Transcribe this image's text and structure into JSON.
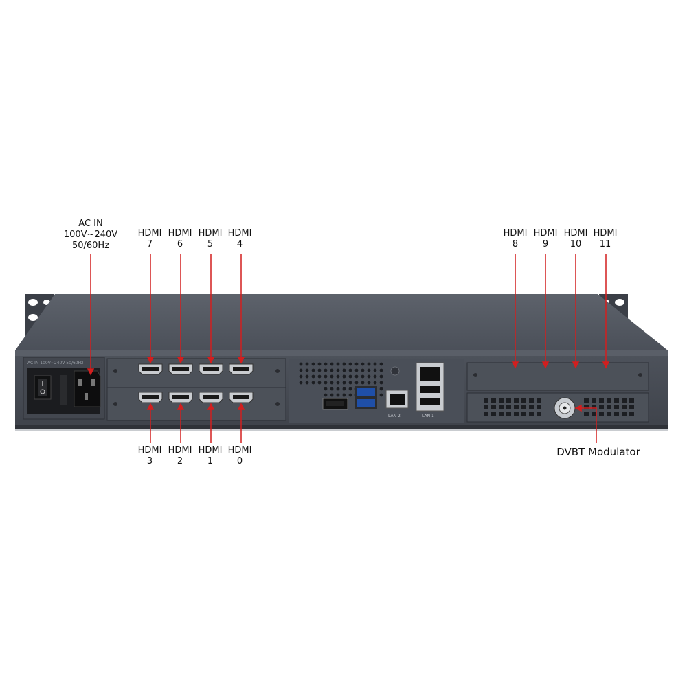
{
  "labels": {
    "ac_in": {
      "line1": "AC IN",
      "line2": "100V~240V",
      "line3": "50/60Hz"
    },
    "hdmi_word": "HDMI",
    "hdmi_top_left": [
      "7",
      "6",
      "5",
      "4"
    ],
    "hdmi_bottom_left": [
      "3",
      "2",
      "1",
      "0"
    ],
    "hdmi_top_right": [
      "8",
      "9",
      "10",
      "11"
    ],
    "dvbt": "DVBT Modulator"
  },
  "panel_text": {
    "power_rating": "AC IN 100V~240V 50/60Hz",
    "lan2": "LAN 2",
    "lan1": "LAN 1"
  },
  "colors": {
    "chassis": "#4a4f58",
    "chassis_dark": "#393d45",
    "panel": "#555a63",
    "leader": "#d21f1f",
    "usb3": "#2a6fd6"
  }
}
